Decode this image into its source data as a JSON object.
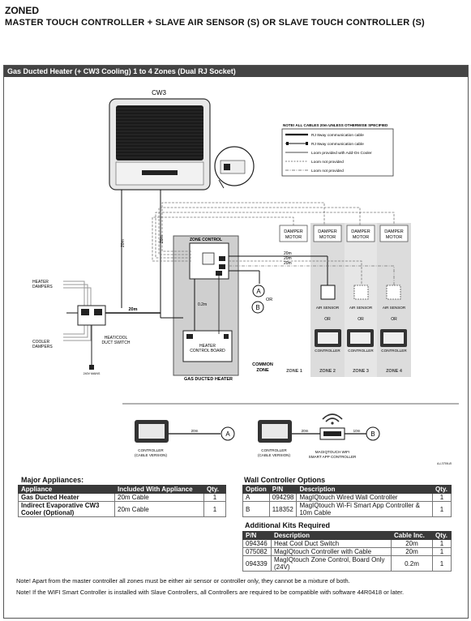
{
  "header": {
    "zoned": "ZONED",
    "subtitle": "MASTER TOUCH CONTROLLER + SLAVE AIR SENSOR (S) OR SLAVE TOUCH CONTROLLER (S)"
  },
  "banner": "Gas Ducted Heater (+ CW3 Cooling) 1 to 4 Zones (Dual RJ Socket)",
  "legend": {
    "note": "NOTE! ALL CABLES 20m UNLESS OTHERWISE SPECIFIED",
    "items": [
      "RJ 8way communication cable",
      "RJ 8way communication cable",
      "Loom provided with Add-On Cooler",
      "Loom not provided",
      "Loom not provided"
    ]
  },
  "diagram": {
    "cw3": "CW3",
    "zone_control": "ZONE CONTROL",
    "heater_board": [
      "HEATER",
      "CONTROL BOARD"
    ],
    "gas_ducted_heater": "GAS DUCTED HEATER",
    "common_zone": [
      "COMMON",
      "ZONE"
    ],
    "heater_dampers": [
      "HEATER",
      "DAMPERS"
    ],
    "cooler_dampers": [
      "COOLER",
      "DAMPERS"
    ],
    "heat_cool_switch": [
      "HEAT/COOL",
      "DUCT SWITCH"
    ],
    "switch_power": "240V MAINS",
    "damper_motor": [
      "DAMPER",
      "MOTOR"
    ],
    "air_sensor": "AIR SENSOR",
    "or": "OR",
    "controller": "CONTROLLER",
    "zones": [
      "ZONE 1",
      "ZONE 2",
      "ZONE 3",
      "ZONE 4"
    ],
    "cable_20m": "20m",
    "cable_02m": "0.2m",
    "marker_a": "A",
    "marker_b": "B",
    "bottom_controller": [
      "CONTROLLER",
      "(CABLE VERSION)"
    ],
    "bottom_wifi": [
      "MAGIQTOUCH WIFI",
      "SMART APP CONTROLLER"
    ],
    "len_20m": "20m",
    "len_10m": "10m",
    "drawing_ref": "ILL3709-B"
  },
  "major": {
    "title": "Major Appliances:",
    "headers": [
      "Appliance",
      "Included With Appliance",
      "Qty."
    ],
    "rows": [
      [
        "Gas Ducted Heater",
        "20m Cable",
        "1"
      ],
      [
        "Indirect Evaporative CW3 Cooler (Optional)",
        "20m Cable",
        "1"
      ]
    ]
  },
  "wall": {
    "title": "Wall Controller Options",
    "headers": [
      "Option",
      "P/N",
      "Description",
      "Qty."
    ],
    "rows": [
      [
        "A",
        "094298",
        "MagIQtouch Wired Wall Controller",
        "1"
      ],
      [
        "B",
        "118352",
        "MagIQtouch Wi-Fi Smart App Controller & 10m Cable",
        "1"
      ]
    ]
  },
  "kits": {
    "title": "Additional Kits Required",
    "headers": [
      "P/N",
      "Description",
      "Cable Inc.",
      "Qty."
    ],
    "rows": [
      [
        "094346",
        "Heat Cool Duct Switch",
        "20m",
        "1"
      ],
      [
        "075082",
        "MagIQtouch Controller with Cable",
        "20m",
        "1"
      ],
      [
        "094339",
        "MagIQtouch Zone Control, Board Only (24V)",
        "0.2m",
        "1"
      ]
    ]
  },
  "notes": [
    "Note! Apart from the master controller all zones must be either air sensor or controller only, they cannot be a mixture of both.",
    "Note! If the WIFI Smart Controller is installed with Slave Controllers, all Controllers are required to be compatible with software 44R0418 or later."
  ]
}
